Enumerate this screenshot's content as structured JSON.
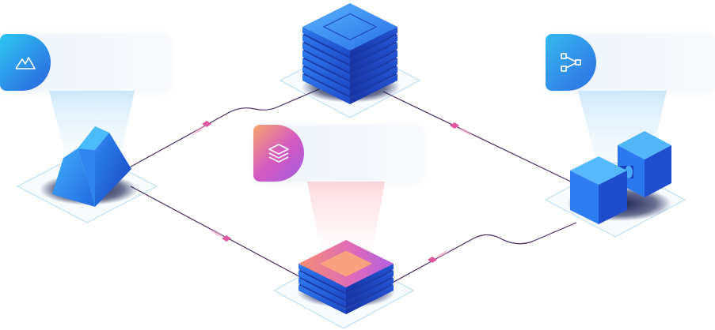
{
  "diagram": {
    "nodes": [
      {
        "id": "terrain",
        "shape": "prism",
        "icon": "mountain-icon",
        "label": ""
      },
      {
        "id": "storage-top",
        "shape": "server-stack",
        "icon": "",
        "label": ""
      },
      {
        "id": "layers-hub",
        "shape": "gradient-stack",
        "icon": "layers-icon",
        "label": ""
      },
      {
        "id": "graph-cubes",
        "shape": "linked-cubes",
        "icon": "graph-icon",
        "label": ""
      }
    ],
    "edges": [
      {
        "from": "terrain",
        "to": "storage-top"
      },
      {
        "from": "storage-top",
        "to": "graph-cubes"
      },
      {
        "from": "terrain",
        "to": "layers-hub"
      },
      {
        "from": "layers-hub",
        "to": "graph-cubes"
      }
    ]
  },
  "cards": {
    "terrain": {
      "icon": "mountain-icon",
      "text": ""
    },
    "graph": {
      "icon": "graph-icon",
      "text": ""
    },
    "layers": {
      "icon": "layers-icon",
      "text": ""
    }
  },
  "colors": {
    "blue_light": "#3aa0f5",
    "blue_dark": "#1f3fbf",
    "navy": "#0b1650",
    "connector": "#4a2c63",
    "marker": "#e0559f",
    "platform_stroke": "#b9dcf2"
  }
}
